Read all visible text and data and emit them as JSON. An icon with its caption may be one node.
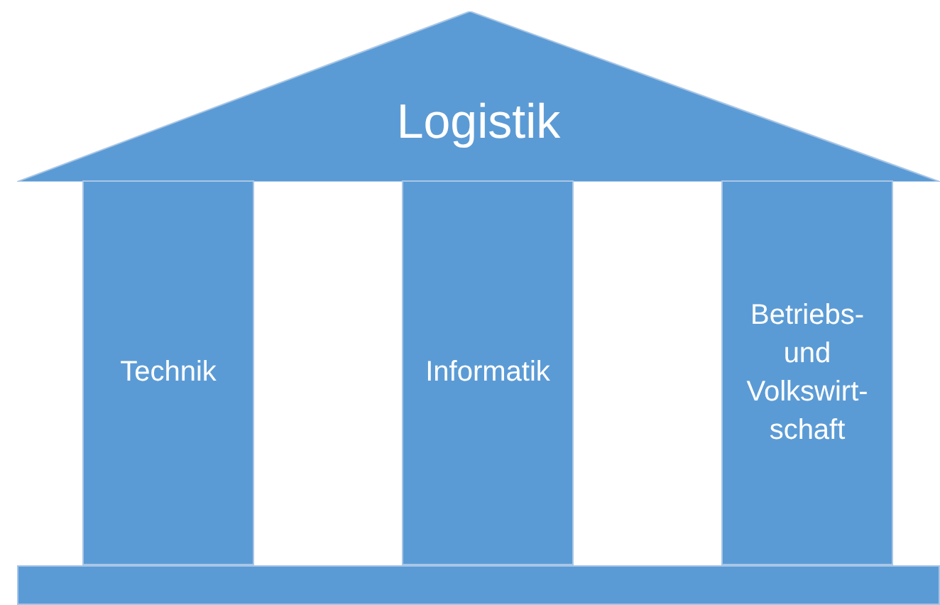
{
  "diagram": {
    "nodes": [
      {
        "text": [
          "Logistik"
        ]
      },
      {
        "text": [
          "Technik"
        ]
      },
      {
        "text": [
          "Informatik"
        ]
      },
      {
        "text": [
          "Betriebs- und Volkswirt- schaft"
        ]
      },
      {
        "text": [],
        "shape": "bar"
      }
    ]
  }
}
